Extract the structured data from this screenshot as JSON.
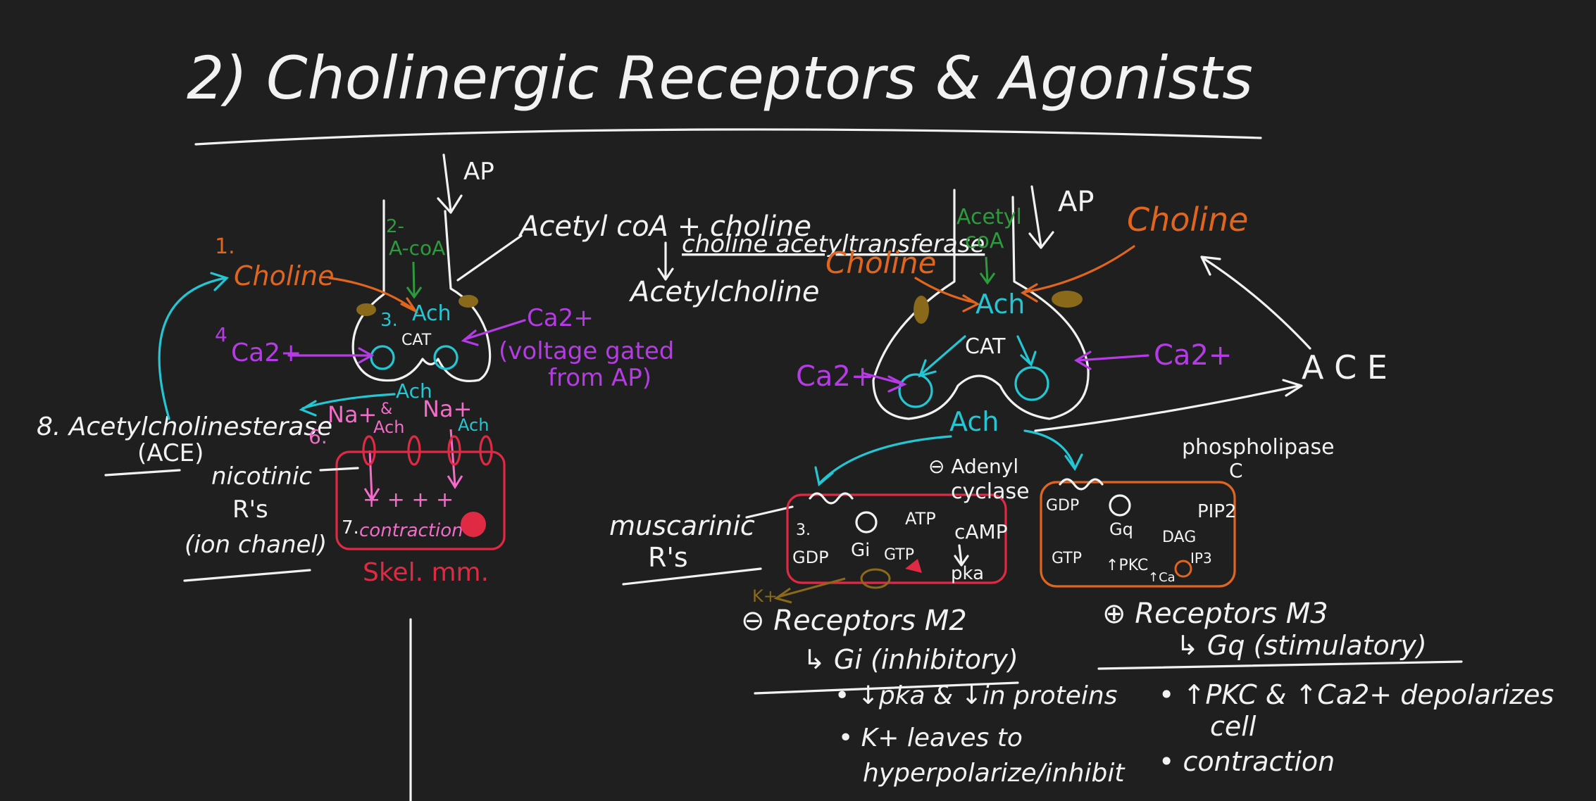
{
  "title": "2) Cholinergic Receptors & Agonists",
  "colors": {
    "background": "#1f1f1f",
    "white": "#f2f2f2",
    "orange": "#e0651f",
    "green": "#2e9a3e",
    "cyan": "#23c6d2",
    "purple": "#b63be6",
    "pink": "#f06dc8",
    "red": "#e02a44",
    "brown": "#8a6a1a"
  },
  "left": {
    "ap": "AP",
    "step1": "1.",
    "choline": "Choline",
    "step2": "2-",
    "acoa": "A-coA",
    "step3": "3.",
    "ach_top": "Ach",
    "cat": "CAT",
    "step4": "4",
    "ca_left": "Ca2+",
    "ca_right": "Ca2+",
    "voltage1": "(voltage gated",
    "voltage2": "from AP)",
    "ach_release": "Ach",
    "ache1": "8. Acetylcholinesterase",
    "ache2": "(ACE)",
    "step6": "6.",
    "na1": "Na+",
    "amp": "&",
    "ach_small": "Ach",
    "na2": "Na+",
    "ach_small2": "Ach",
    "nicotinic1": "nicotinic",
    "nicotinic2": "R's",
    "nicotinic3": "(ion chanel)",
    "plus_signs": "+   +  +  +",
    "step7": "7.",
    "contraction": "contraction",
    "skel": "Skel. mm."
  },
  "middle": {
    "reaction1": "Acetyl coA + choline",
    "enzyme": "choline acetyltransferase",
    "product": "Acetylcholine"
  },
  "right": {
    "ap": "AP",
    "acetyl1": "Acetyl",
    "acetyl2": "coA",
    "choline_left": "Choline",
    "choline_right": "Choline",
    "ach_top": "Ach",
    "cat": "CAT",
    "ca_left": "Ca2+",
    "ca_right": "Ca2+",
    "ache": "A C E",
    "ach_release": "Ach",
    "muscarinic1": "muscarinic",
    "muscarinic2": "R's",
    "m2_box": {
      "adenyl": "⊖ Adenyl",
      "cyclase": "cyclase",
      "step": "3.",
      "gdp": "GDP",
      "gi": "Gi",
      "gtp": "GTP",
      "atp": "ATP",
      "camp": "cAMP",
      "pka": "pka",
      "k": "K+",
      "minus": "⊖"
    },
    "m3_box": {
      "plc1": "phospholipase",
      "plc2": "C",
      "gdp": "GDP",
      "gq": "Gq",
      "gtp": "GTP",
      "pip2": "PIP2",
      "dag": "DAG",
      "ip3": "IP3",
      "pkc": "↑PKC",
      "ca": "↑Ca"
    },
    "m2_title": "⊖ Receptors M2",
    "m2_sub": "↳ Gi (inhibitory)",
    "m2_bullet1": "• ↓pka & ↓in proteins",
    "m2_bullet2a": "• K+ leaves to",
    "m2_bullet2b": "hyperpolarize/inhibit",
    "m3_title": "⊕ Receptors M3",
    "m3_sub": "↳ Gq (stimulatory)",
    "m3_bullet1a": "• ↑PKC & ↑Ca2+ depolarizes",
    "m3_bullet1b": "cell",
    "m3_bullet2": "• contraction"
  }
}
